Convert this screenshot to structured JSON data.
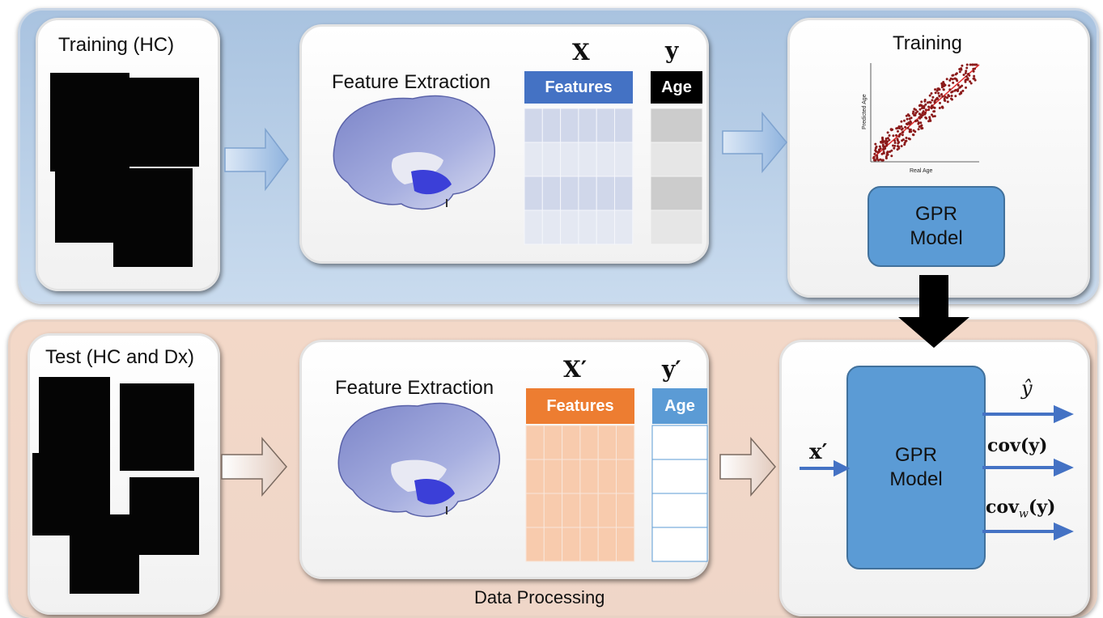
{
  "training_section": {
    "input_title": "Training (HC)",
    "feature_title": "Feature Extraction",
    "matrix_symbol": "X",
    "target_symbol": "y",
    "features_header": "Features",
    "age_header": "Age",
    "training_title": "Training",
    "scatter": {
      "xlabel": "Real Age",
      "ylabel": "Predicted Age"
    },
    "model_label_line1": "GPR",
    "model_label_line2": "Model"
  },
  "test_section": {
    "input_title": "Test (HC and Dx)",
    "feature_title": "Feature Extraction",
    "matrix_symbol": "X′",
    "target_symbol": "y′",
    "features_header": "Features",
    "age_header": "Age",
    "model_label_line1": "GPR",
    "model_label_line2": "Model",
    "input_symbol": "x′",
    "outputs": [
      "ŷ",
      "cov(y)",
      "cov"
    ],
    "output_subscript": "w",
    "output_suffix": "(y)"
  },
  "footer_label": "Data Processing",
  "colors": {
    "train_band": "#b4cce6",
    "test_band": "#f1d8ca",
    "features_train": "#4472c4",
    "features_test": "#ed7d31",
    "gpr_fill": "#5b9bd5",
    "arrow_blue": "#4472c4",
    "scatter_points": "#8b1a1a",
    "fit_line": "#e03030"
  }
}
